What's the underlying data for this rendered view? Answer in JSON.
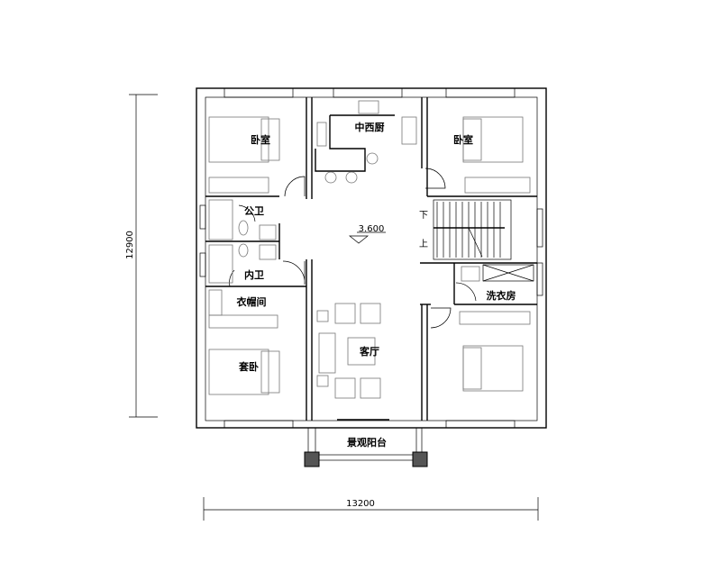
{
  "plan": {
    "rooms": {
      "kitchen": "中西厨",
      "bedroom_nw": "卧室",
      "bedroom_ne": "卧室",
      "public_bath": "公卫",
      "ensuite_bath": "内卫",
      "closet": "衣帽间",
      "suite_bedroom": "套卧",
      "living_room": "客厅",
      "laundry": "洗衣房",
      "balcony": "景观阳台"
    },
    "elevation": "3.600",
    "stair_down": "下",
    "stair_up": "上",
    "dimensions": {
      "height": "12900",
      "width": "13200"
    },
    "colors": {
      "line": "#000000",
      "furniture": "#777777",
      "column": "#555555"
    }
  }
}
